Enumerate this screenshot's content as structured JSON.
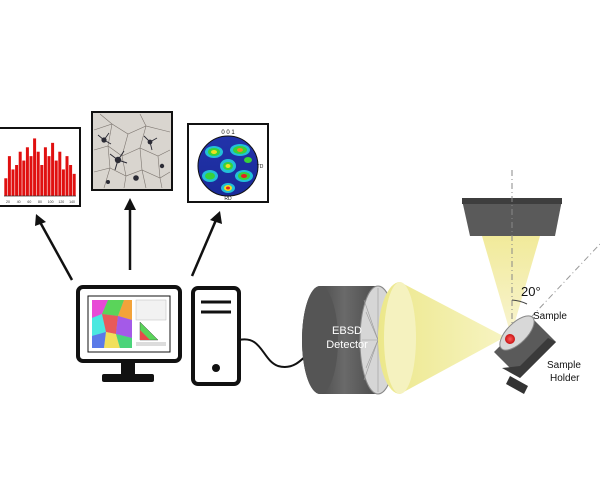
{
  "labels": {
    "detector_line1": "EBSD",
    "detector_line2": "Detector",
    "angle": "20°",
    "sample": "Sample",
    "holder_line1": "Sample",
    "holder_line2": "Holder"
  },
  "pole_figure": {
    "top_label": "0 0 1",
    "right_label": "TD",
    "bottom_label": "RD"
  },
  "histogram": {
    "values": [
      4,
      9,
      6,
      7,
      10,
      8,
      11,
      9,
      13,
      10,
      7,
      11,
      9,
      12,
      8,
      10,
      6,
      9,
      7,
      5
    ],
    "ymax": 14,
    "tick_labels": [
      "20",
      "40",
      "60",
      "80",
      "100",
      "120",
      "140"
    ]
  },
  "colors": {
    "histogram_bar": "#e01010",
    "beam_cone": "#f3ef9c",
    "dark": "#1a1a1a",
    "detector_body": "#4a4a4a"
  }
}
